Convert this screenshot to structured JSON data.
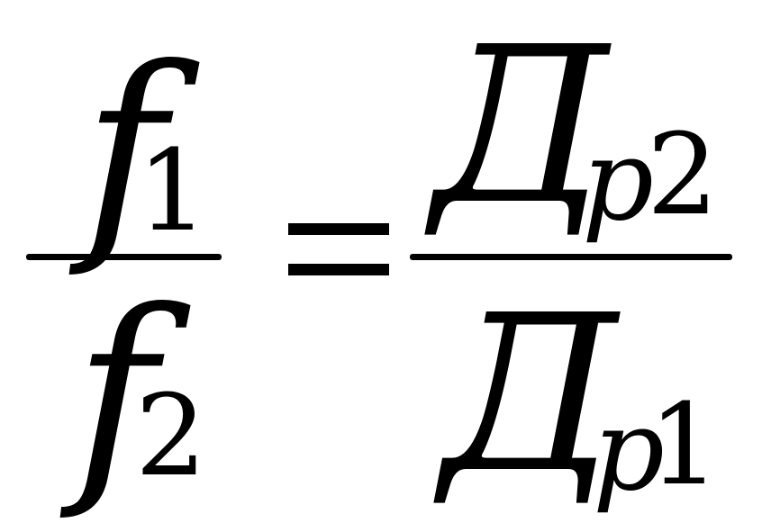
{
  "equation": {
    "left_fraction": {
      "numerator": {
        "symbol": "f",
        "subscript": "1"
      },
      "denominator": {
        "symbol": "f",
        "subscript": "2"
      }
    },
    "relation": "=",
    "right_fraction": {
      "numerator": {
        "symbol": "Д",
        "subscript_letter": "p",
        "subscript_digit": "2"
      },
      "denominator": {
        "symbol": "Д",
        "subscript_letter": "p",
        "subscript_digit": "1"
      }
    }
  }
}
